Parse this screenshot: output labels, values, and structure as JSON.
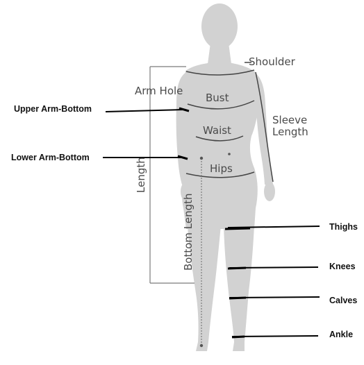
{
  "diagram": {
    "labels": {
      "shoulder": "Shoulder",
      "arm_hole": "Arm Hole",
      "bust": "Bust",
      "waist": "Waist",
      "hips": "Hips",
      "sleeve_line1": "Sleeve",
      "sleeve_line2": "Length",
      "length": "Length",
      "bottom_length": "Bottom Length",
      "upper_arm_bottom": "Upper Arm-Bottom",
      "lower_arm_bottom": "Lower Arm-Bottom",
      "thighs": "Thighs",
      "knees": "Knees",
      "calves": "Calves",
      "ankle": "Ankle"
    },
    "colors": {
      "silhouette": "#d2d2d2",
      "measure_line": "#444444",
      "dim_line": "#7a7a7a",
      "callout_line": "#000000"
    }
  }
}
